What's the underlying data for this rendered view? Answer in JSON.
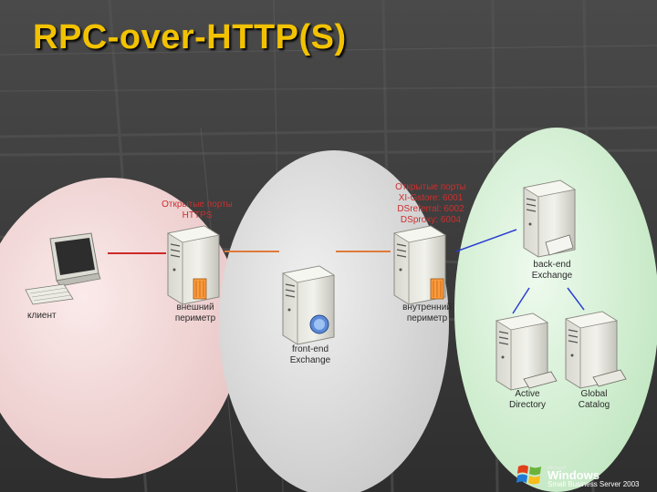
{
  "title": "RPC-over-HTTP(S)",
  "nodes": {
    "client": {
      "label": "клиент"
    },
    "outer_server": {
      "ports_line1": "Открытые порты",
      "ports_line2": "HTTPS",
      "label_line1": "внешний",
      "label_line2": "периметр"
    },
    "frontend": {
      "label_line1": "front-end",
      "label_line2": "Exchange"
    },
    "inner_server": {
      "ports_line1": "Открытые порты",
      "ports_line2": "XI-Gstore: 6001",
      "ports_line3": "DSreferral: 6002",
      "ports_line4": "DSproxy: 6004",
      "label_line1": "внутренний",
      "label_line2": "периметр"
    },
    "backend": {
      "label_line1": "back-end",
      "label_line2": "Exchange"
    },
    "active_directory": {
      "label_line1": "Active",
      "label_line2": "Directory"
    },
    "global_catalog": {
      "label_line1": "Global",
      "label_line2": "Catalog"
    }
  },
  "logo": {
    "microsoft": "Microsoft",
    "windows": "Windows",
    "product": "Small Business Server 2003"
  },
  "colors": {
    "title": "#f2c200",
    "client_zone": "#f2d6d6",
    "dmz_zone": "#dedede",
    "internal_zone": "#d4f0d4",
    "link_red": "#cc2a2a",
    "link_orange": "#e07a3a",
    "link_blue": "#2a3fd0"
  }
}
